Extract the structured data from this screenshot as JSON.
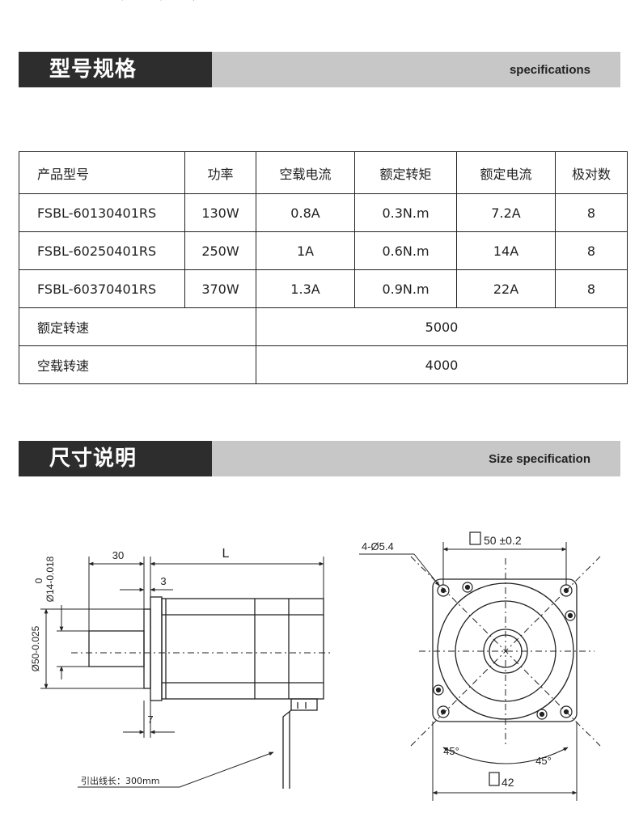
{
  "top_cut_text": "—— ··· —— ——— / — ——/ — — ,",
  "spec_section": {
    "title_cn": "型号规格",
    "title_en": "specifications"
  },
  "spec_table": {
    "headers": [
      "产品型号",
      "功率",
      "空载电流",
      "额定转矩",
      "额定电流",
      "极对数"
    ],
    "rows": [
      [
        "FSBL-60130401RS",
        "130W",
        "0.8A",
        "0.3N.m",
        "7.2A",
        "8"
      ],
      [
        "FSBL-60250401RS",
        "250W",
        "1A",
        "0.6N.m",
        "14A",
        "8"
      ],
      [
        "FSBL-60370401RS",
        "370W",
        "1.3A",
        "0.9N.m",
        "22A",
        "8"
      ]
    ],
    "rated_speed": {
      "label": "额定转速",
      "value": "5000"
    },
    "noload_speed": {
      "label": "空载转速",
      "value": "4000"
    }
  },
  "size_section": {
    "title_cn": "尺寸说明",
    "title_en": "Size specification"
  },
  "drawing": {
    "dim_30": "30",
    "dim_L": "L",
    "dim_3": "3",
    "dim_7": "7",
    "shaft_tol": "0",
    "shaft_dia": "Ø14-0.018",
    "pilot_dia": "Ø50-0.025",
    "lead_note": "引出线长：300mm",
    "holes": "4-Ø5.4",
    "bolt_square": "50 ±0.2",
    "angle_left": "45°",
    "angle_right": "45°",
    "flange_square": "42"
  }
}
